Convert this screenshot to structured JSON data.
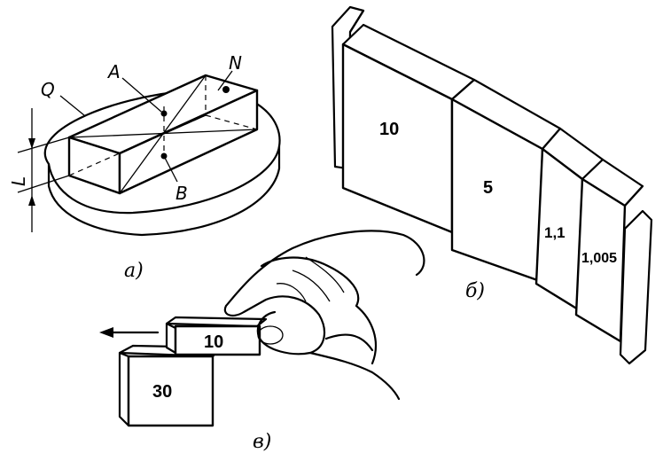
{
  "figure_a": {
    "labels": {
      "q": "Q",
      "a": "A",
      "n": "N",
      "b": "B",
      "l": "L"
    },
    "caption": "а)"
  },
  "figure_b": {
    "blocks": [
      "10",
      "5",
      "1,1",
      "1,005"
    ],
    "caption": "б)"
  },
  "figure_v": {
    "blocks": [
      "10",
      "30"
    ],
    "caption": "в)"
  }
}
